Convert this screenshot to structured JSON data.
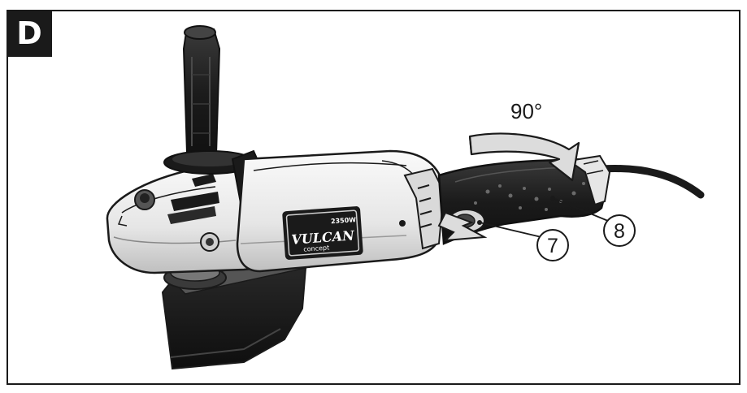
{
  "panel": {
    "label": "D"
  },
  "rotation": {
    "label": "90°"
  },
  "callouts": [
    {
      "number": "7"
    },
    {
      "number": "8"
    }
  ],
  "badge": {
    "brand": "VULCAN",
    "sub": "concept",
    "power": "2350W"
  },
  "colors": {
    "ink": "#1a1a1a",
    "handle": "#1f1f1f",
    "body_light": "#f2f2f2",
    "shade": "#bdbdbd",
    "arrow_fill": "#dcdcdc"
  }
}
